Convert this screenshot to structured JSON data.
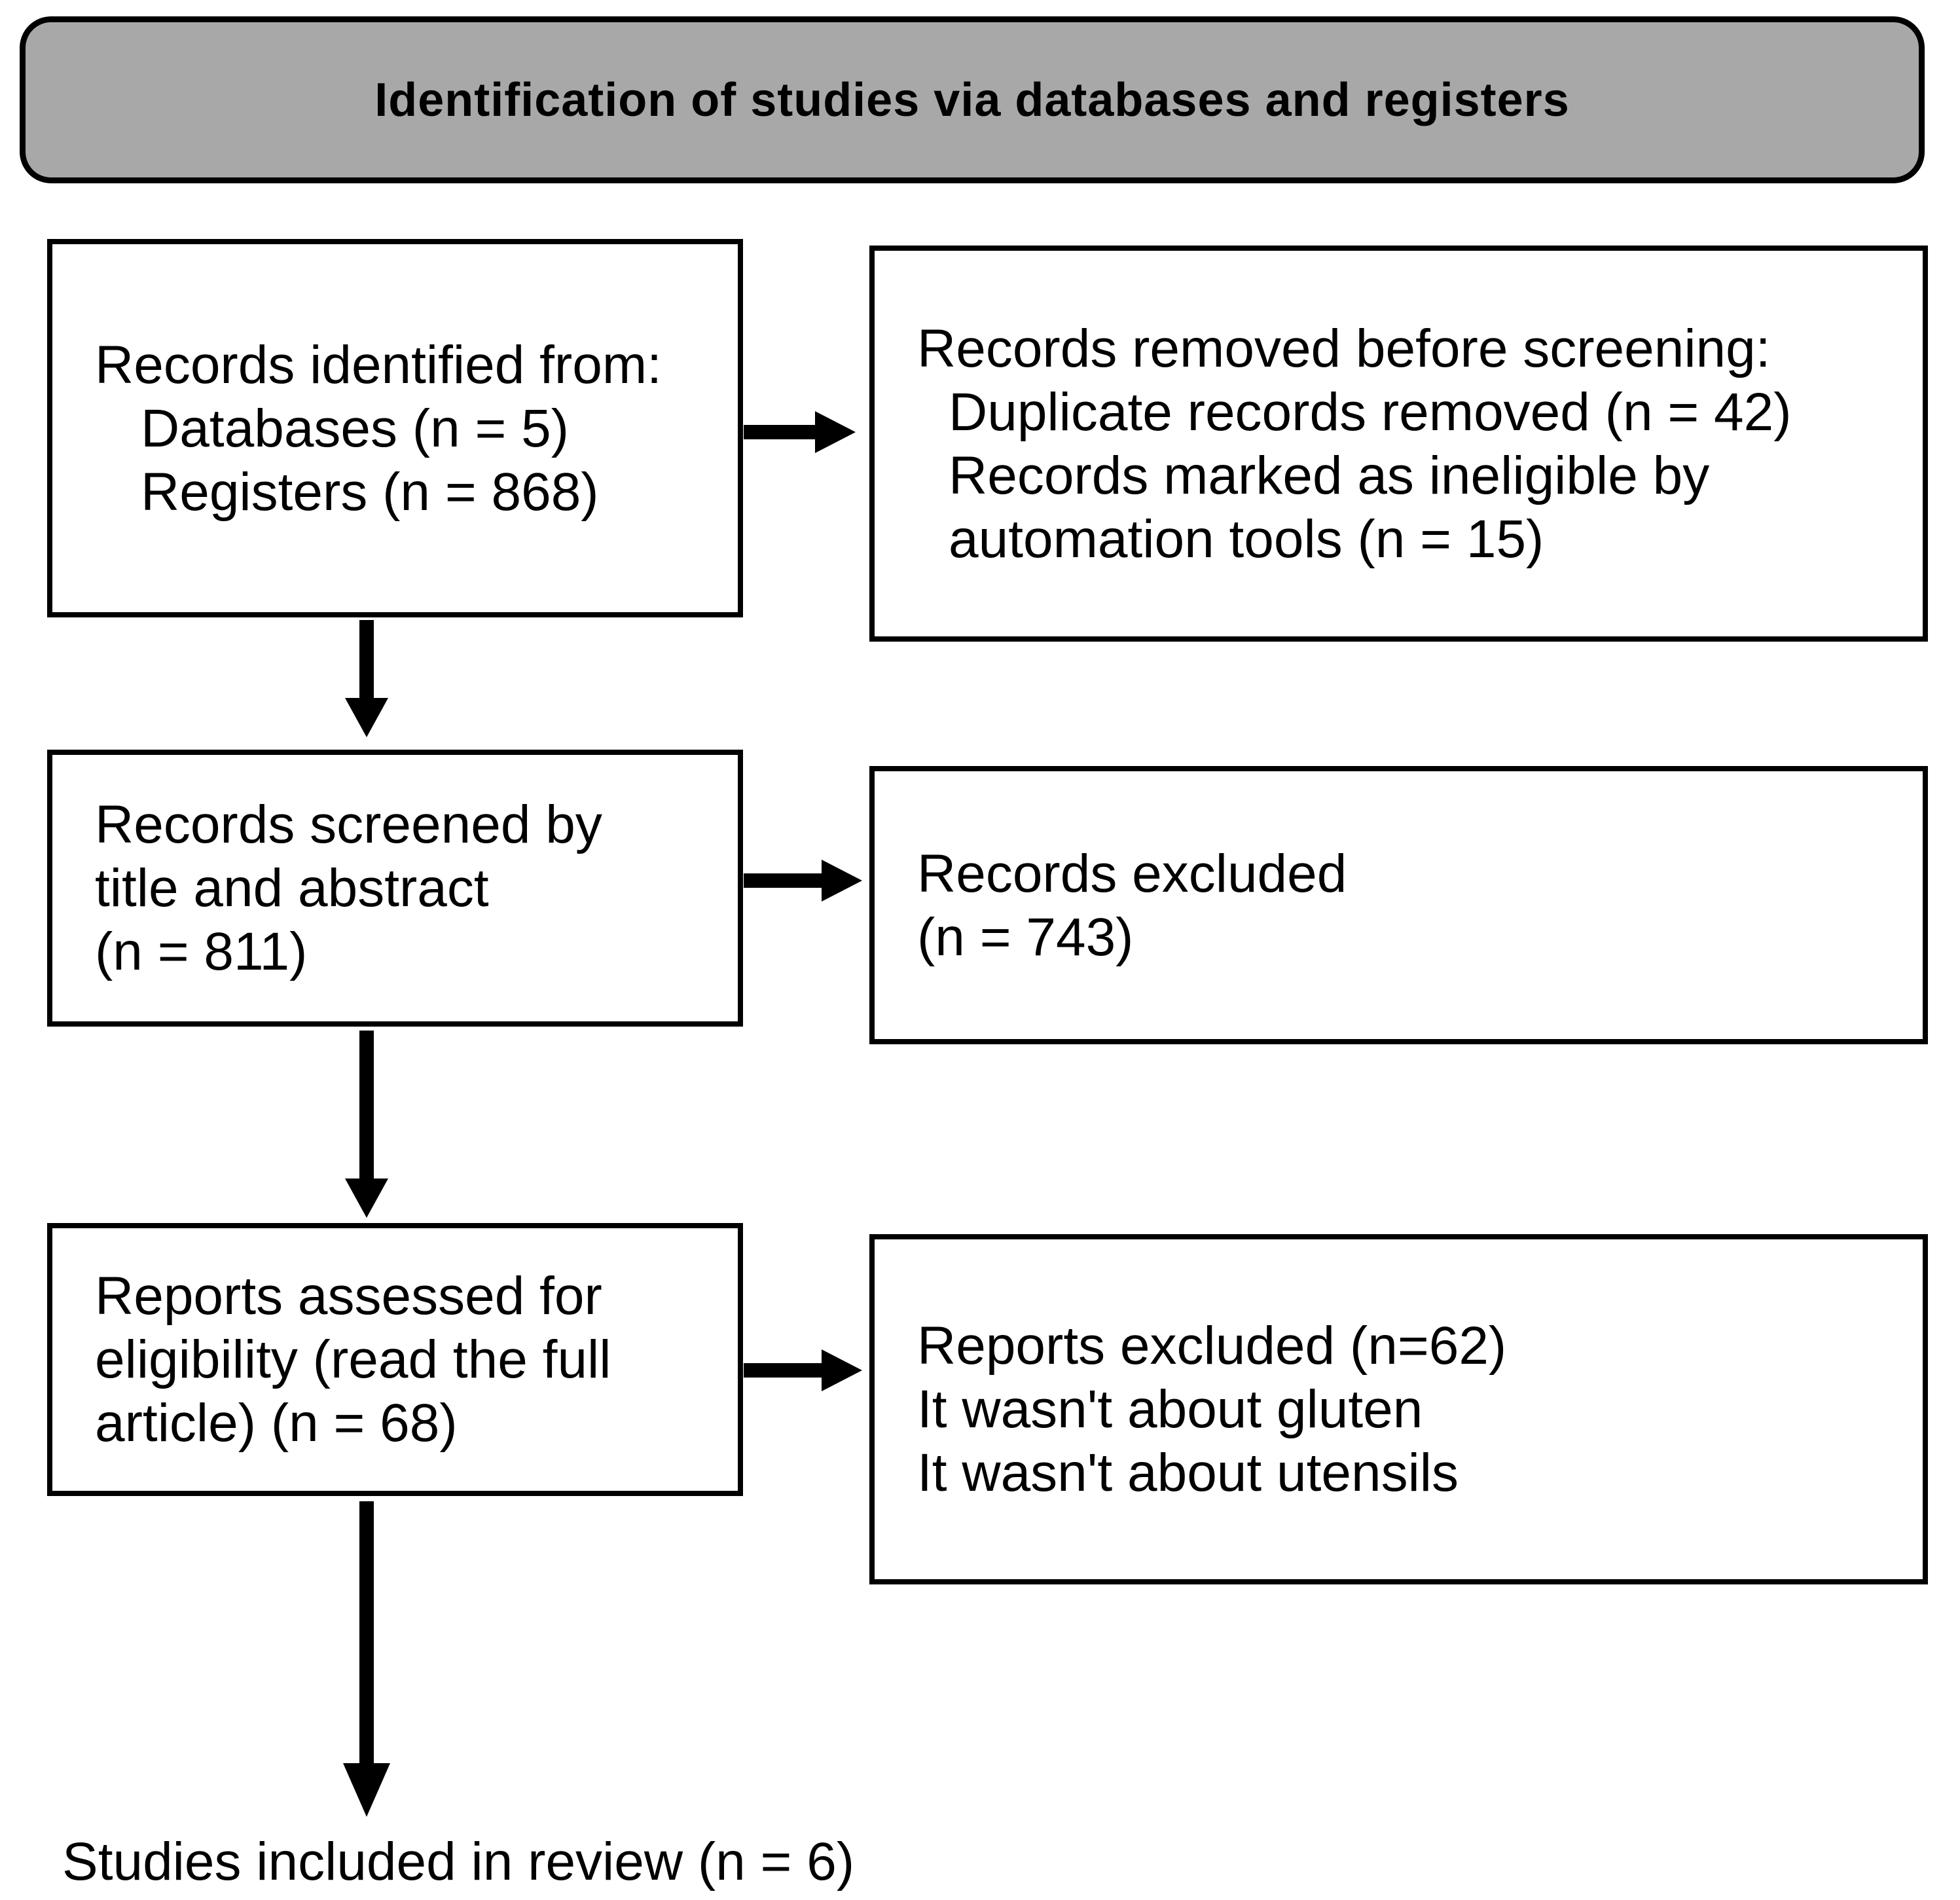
{
  "figure": {
    "title": "Identification of studies via databases and registers",
    "boxes": {
      "identified": {
        "lines": [
          "Records identified from:",
          "Databases (n = 5)",
          "Registers (n = 868)"
        ]
      },
      "removed": {
        "lines": [
          "Records removed before screening:",
          "Duplicate records removed (n = 42)",
          "Records marked as ineligible by",
          "automation tools (n = 15)"
        ]
      },
      "screened": {
        "lines": [
          "Records screened by",
          "title and abstract",
          "(n = 811)"
        ]
      },
      "records_excluded": {
        "lines": [
          "Records excluded",
          "(n = 743)"
        ]
      },
      "assessed": {
        "lines": [
          "Reports assessed for",
          "eligibility (read the full",
          "article) (n = 68)"
        ]
      },
      "reports_excluded": {
        "lines": [
          "Reports excluded (n=62)",
          "It wasn't about gluten",
          "It wasn't about utensils"
        ]
      },
      "included": {
        "lines": [
          "Studies included in review (n = 6)"
        ]
      }
    },
    "counts": {
      "databases": 5,
      "registers": 868,
      "duplicates_removed": 42,
      "ineligible_by_automation": 15,
      "screened": 811,
      "records_excluded": 743,
      "assessed_full_text": 68,
      "reports_excluded": 62,
      "included_in_review": 6
    },
    "colors": {
      "title_fill": "#a8a8a8",
      "border": "#000000",
      "background": "#ffffff",
      "text": "#000000"
    }
  }
}
